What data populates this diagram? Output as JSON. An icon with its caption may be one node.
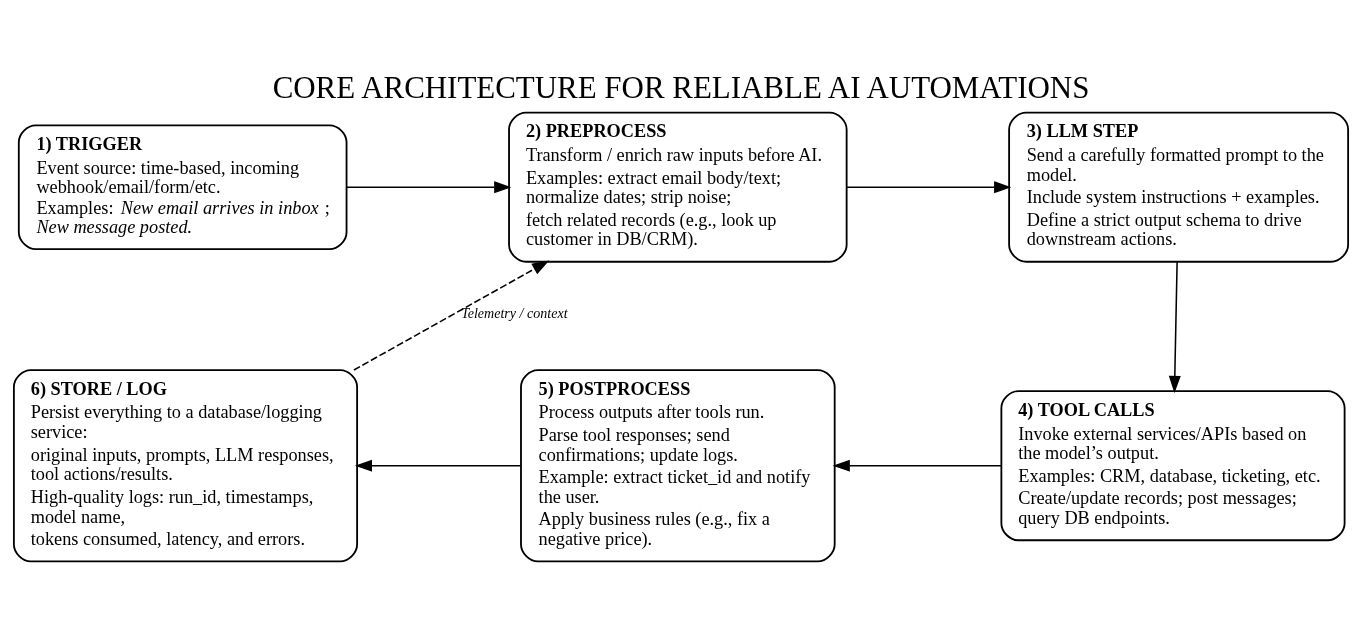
{
  "diagram": {
    "title": "CORE ARCHITECTURE FOR RELIABLE AI AUTOMATIONS",
    "nodes": [
      {
        "text": [
          "1) TRIGGER",
          "Event source: time-based, incoming webhook/email/form/etc.",
          "Examples: *New email arrives in inbox*; *New message posted.*"
        ]
      },
      {
        "text": [
          "2) PREPROCESS",
          "Transform / enrich raw inputs before AI.",
          "Examples: extract email body/text; normalize dates; strip noise;",
          "fetch related records (e.g., look up customer in DB/CRM)."
        ]
      },
      {
        "text": [
          "3) LLM STEP",
          "Send a carefully formatted prompt to the model.",
          "Include system instructions + examples.",
          "Define a strict output schema to drive downstream actions."
        ]
      },
      {
        "text": [
          "4) TOOL CALLS",
          "Invoke external services/APIs based on the model’s output.",
          "Examples: CRM, database, ticketing, etc.",
          "Create/update records; post messages; query DB endpoints."
        ]
      },
      {
        "text": [
          "5) POSTPROCESS",
          "Process outputs after tools run.",
          "Parse tool responses; send confirmations; update logs.",
          "Example: extract ticket_id and notify the user.",
          "Apply business rules (e.g., fix a negative price)."
        ]
      },
      {
        "text": [
          "6) STORE / LOG",
          "Persist everything to a database/logging service:",
          "original inputs, prompts, LLM responses, tool actions/results.",
          "High-quality logs: run_id, timestamps, model name,",
          "tokens consumed, latency, and errors."
        ]
      }
    ],
    "edges": [
      {
        "from": 0,
        "to": 1,
        "arrow": "to"
      },
      {
        "from": 1,
        "to": 2,
        "arrow": "to"
      },
      {
        "from": 2,
        "to": 3,
        "arrow": "to"
      },
      {
        "from": 3,
        "to": 4,
        "arrow": "to"
      },
      {
        "from": 4,
        "to": 5,
        "arrow": "to"
      },
      {
        "from": 5,
        "to": 1,
        "arrow": "to",
        "label": "Telemetry / context",
        "style": "dashed"
      }
    ]
  }
}
